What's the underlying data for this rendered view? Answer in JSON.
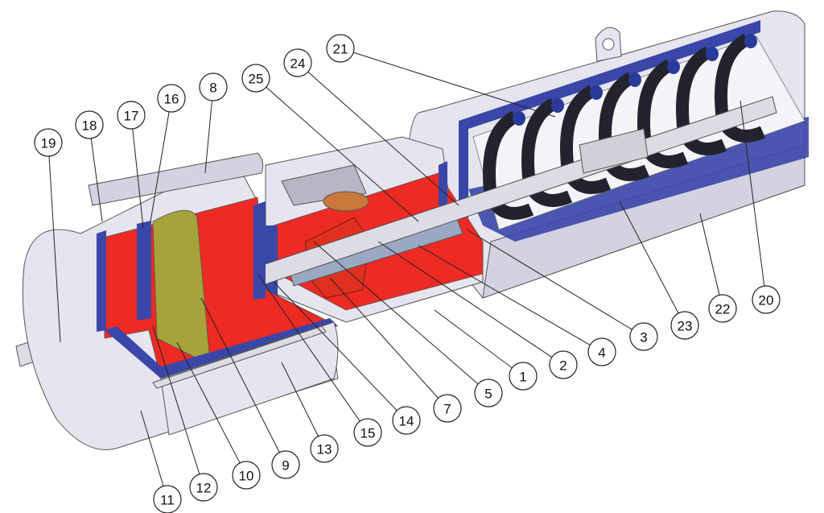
{
  "diagram": {
    "colors": {
      "housing": "#e6e4ee",
      "housing_shade": "#c9c6d6",
      "section": "#3a46a8",
      "chamber": "#ee2a24",
      "piston": "#a5a33a",
      "spring": "#22232e",
      "spring_end": "#2a3a9a",
      "shaft": "#d8d8e0",
      "yoke": "#e0301f",
      "bushing": "#c8783a"
    },
    "callouts": [
      {
        "label": "21"
      },
      {
        "label": "24"
      },
      {
        "label": "25"
      },
      {
        "label": "8"
      },
      {
        "label": "16"
      },
      {
        "label": "17"
      },
      {
        "label": "18"
      },
      {
        "label": "19"
      },
      {
        "label": "20"
      },
      {
        "label": "22"
      },
      {
        "label": "23"
      },
      {
        "label": "3"
      },
      {
        "label": "4"
      },
      {
        "label": "2"
      },
      {
        "label": "1"
      },
      {
        "label": "5"
      },
      {
        "label": "7"
      },
      {
        "label": "14"
      },
      {
        "label": "15"
      },
      {
        "label": "13"
      },
      {
        "label": "9"
      },
      {
        "label": "10"
      },
      {
        "label": "12"
      },
      {
        "label": "11"
      }
    ]
  }
}
